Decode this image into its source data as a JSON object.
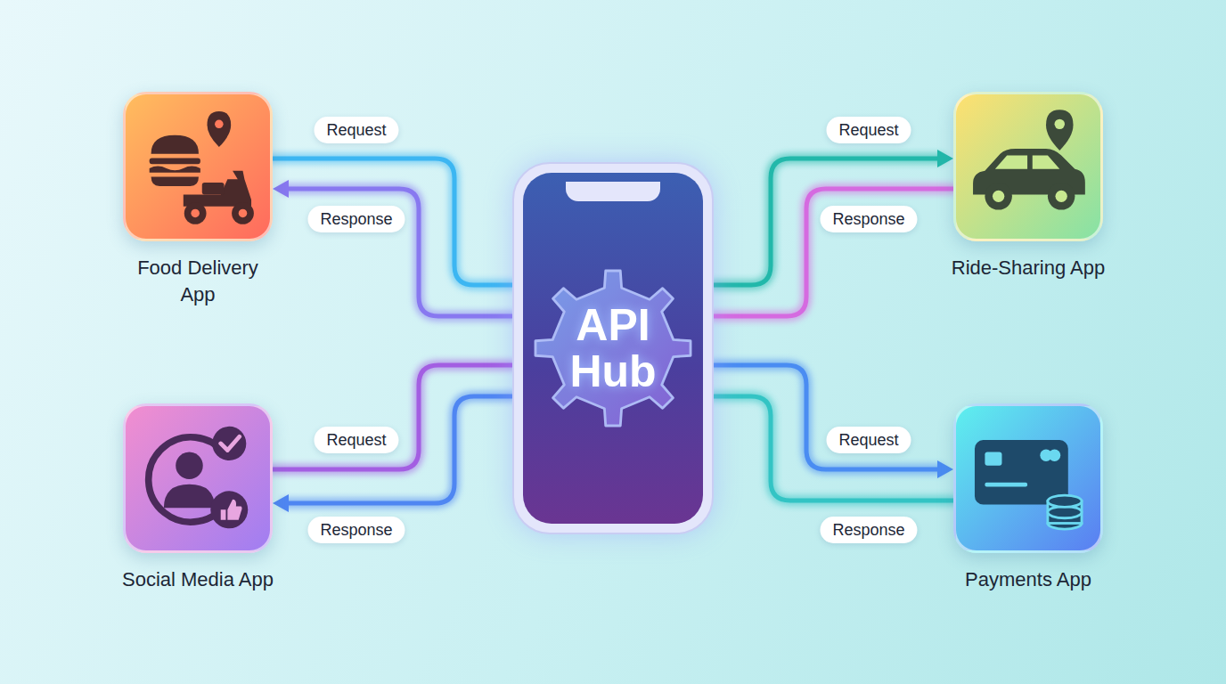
{
  "diagram": {
    "nodes": [
      {
        "text": [
          "Food Delivery App"
        ]
      },
      {
        "text": [
          "API Hub"
        ]
      },
      {
        "text": [
          "Ride-Sharing App"
        ]
      },
      {
        "text": [
          "Social Media App"
        ]
      },
      {
        "text": [
          "Payments App"
        ]
      }
    ],
    "edges": [
      {
        "from": 0,
        "to": 1,
        "label": "Request",
        "arrow": "none"
      },
      {
        "from": 1,
        "to": 0,
        "label": "Response",
        "arrow": "to"
      },
      {
        "from": 1,
        "to": 2,
        "label": "Request",
        "arrow": "to"
      },
      {
        "from": 2,
        "to": 1,
        "label": "Response",
        "arrow": "none"
      },
      {
        "from": 3,
        "to": 1,
        "label": "Request",
        "arrow": "none"
      },
      {
        "from": 1,
        "to": 3,
        "label": "Response",
        "arrow": "to"
      },
      {
        "from": 1,
        "to": 4,
        "label": "Request",
        "arrow": "to"
      },
      {
        "from": 4,
        "to": 1,
        "label": "Response",
        "arrow": "none"
      }
    ]
  }
}
